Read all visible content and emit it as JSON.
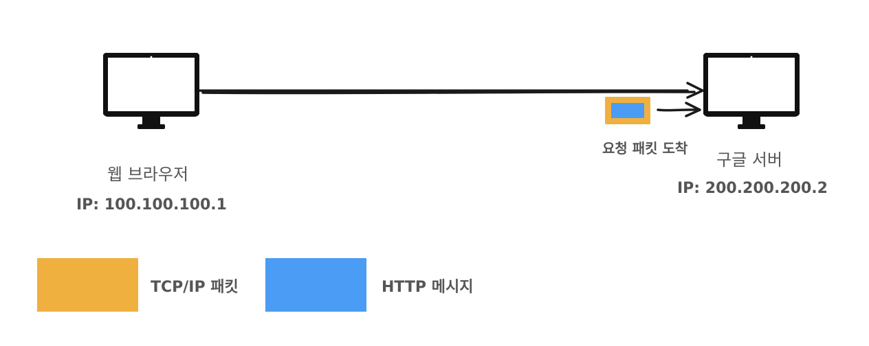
{
  "colors": {
    "tcp_packet": "#F0B040",
    "http_message": "#4A9CF5",
    "monitor": "#111111",
    "text": "#555555",
    "arrow": "#1a1a1a"
  },
  "client": {
    "icon": "monitor-icon",
    "name": "웹 브라우저",
    "ip": "IP: 100.100.100.1"
  },
  "server": {
    "icon": "monitor-icon",
    "name": "구글 서버",
    "ip": "IP: 200.200.200.2"
  },
  "packet": {
    "status": "요청 패킷 도착"
  },
  "legend": [
    {
      "label": "TCP/IP 패킷",
      "color": "#F0B040"
    },
    {
      "label": "HTTP 메시지",
      "color": "#4A9CF5"
    }
  ]
}
